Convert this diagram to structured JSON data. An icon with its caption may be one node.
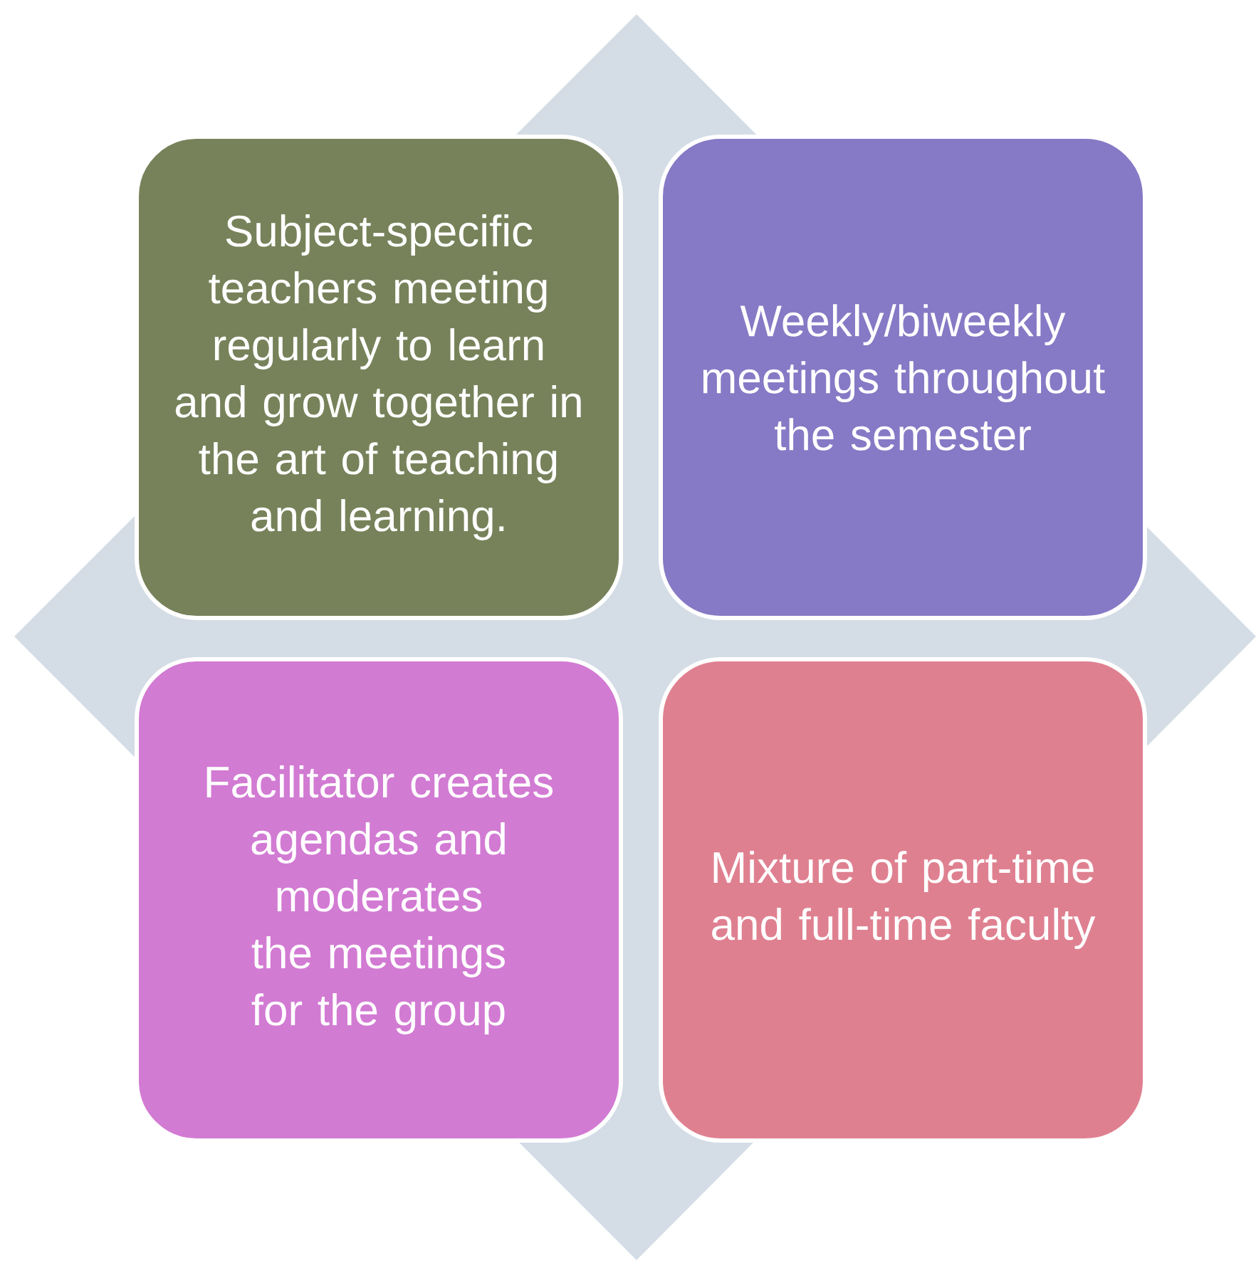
{
  "diagram": {
    "nodes": [
      {
        "text": [
          "Subject-specific teachers meeting regularly to learn and grow together in the art of teaching and learning."
        ]
      },
      {
        "text": [
          "Weekly/biweekly meetings throughout the semester"
        ]
      },
      {
        "text": [
          "Facilitator creates agendas and moderates the meetings for the group"
        ]
      },
      {
        "text": [
          "Mixture of part-time and full-time faculty"
        ]
      }
    ]
  }
}
